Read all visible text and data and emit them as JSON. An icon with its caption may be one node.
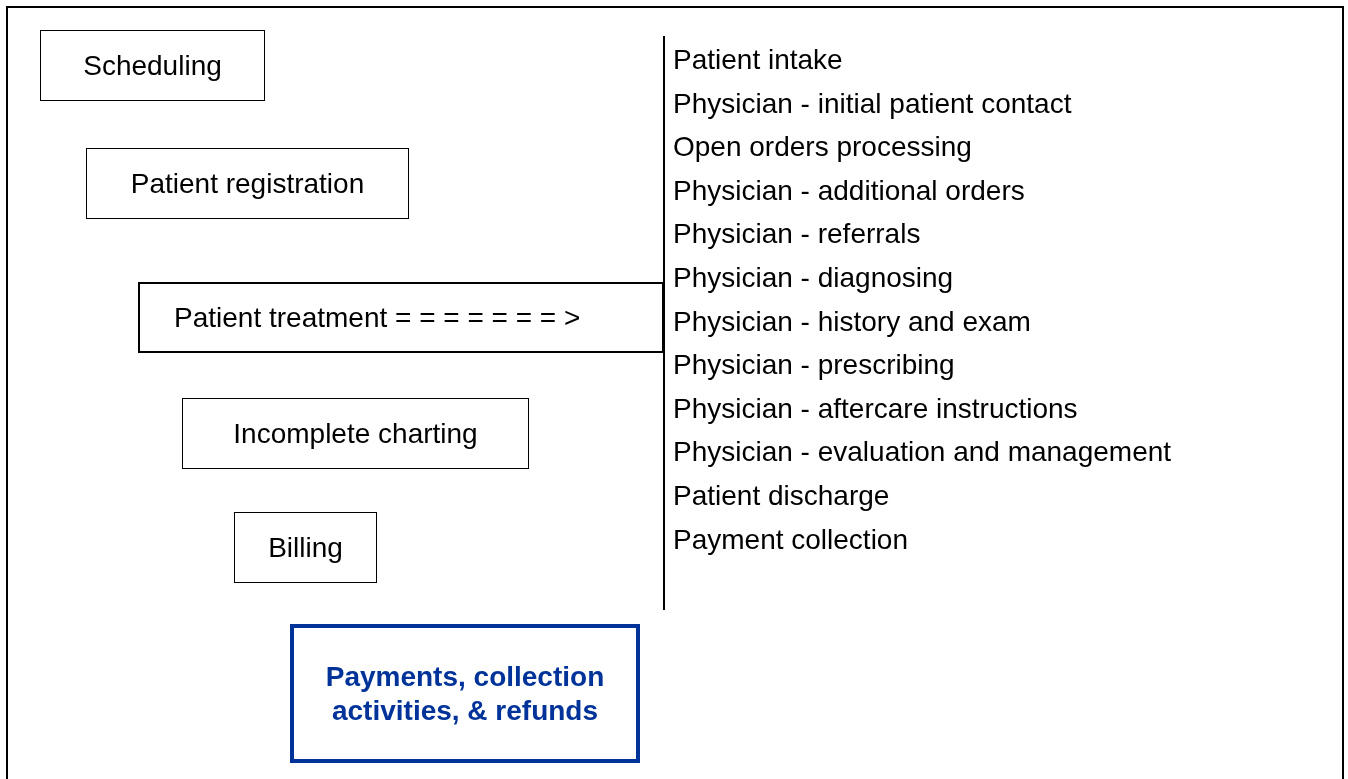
{
  "diagram": {
    "nodes": [
      {
        "text": [
          "Scheduling"
        ]
      },
      {
        "text": [
          "Patient registration"
        ]
      },
      {
        "text": [
          "Patient treatment = = = = = = = >"
        ]
      },
      {
        "text": [
          "Incomplete charting"
        ]
      },
      {
        "text": [
          "Billing"
        ]
      },
      {
        "text": [
          "Payments, collection activities, & refunds"
        ]
      }
    ],
    "labels": [
      "Patient intake",
      "Physician - initial patient contact",
      "Open orders processing",
      "Physician - additional orders",
      "Physician - referrals",
      "Physician - diagnosing",
      "Physician - history and exam",
      "Physician - prescribing",
      "Physician - aftercare instructions",
      "Physician - evaluation and management",
      "Patient discharge",
      "Payment collection"
    ]
  }
}
